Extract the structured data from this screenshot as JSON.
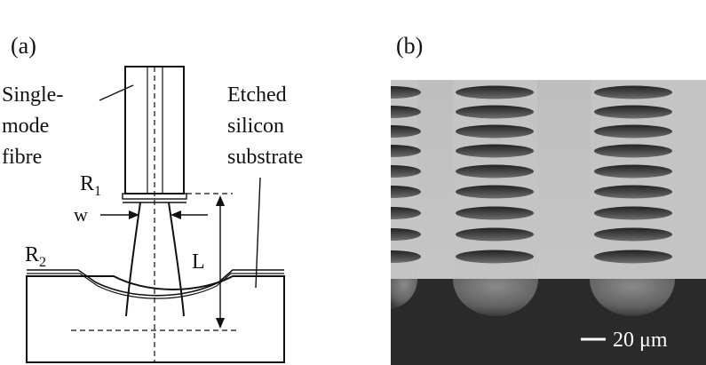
{
  "panel_a": {
    "label": "(a)",
    "fibre_label": [
      "Single-",
      "mode",
      "fibre"
    ],
    "substrate_label": [
      "Etched",
      "silicon",
      "substrate"
    ],
    "r1_main": "R",
    "r1_sub": "1",
    "r2_main": "R",
    "r2_sub": "2",
    "w_label": "w",
    "l_label": "L"
  },
  "panel_b": {
    "label": "(b)",
    "scale_bar_label": "20 μm"
  },
  "colors": {
    "line": "#111111",
    "micrograph_background": "#c4c4c4",
    "micrograph_dark": "#2a2a2a"
  }
}
